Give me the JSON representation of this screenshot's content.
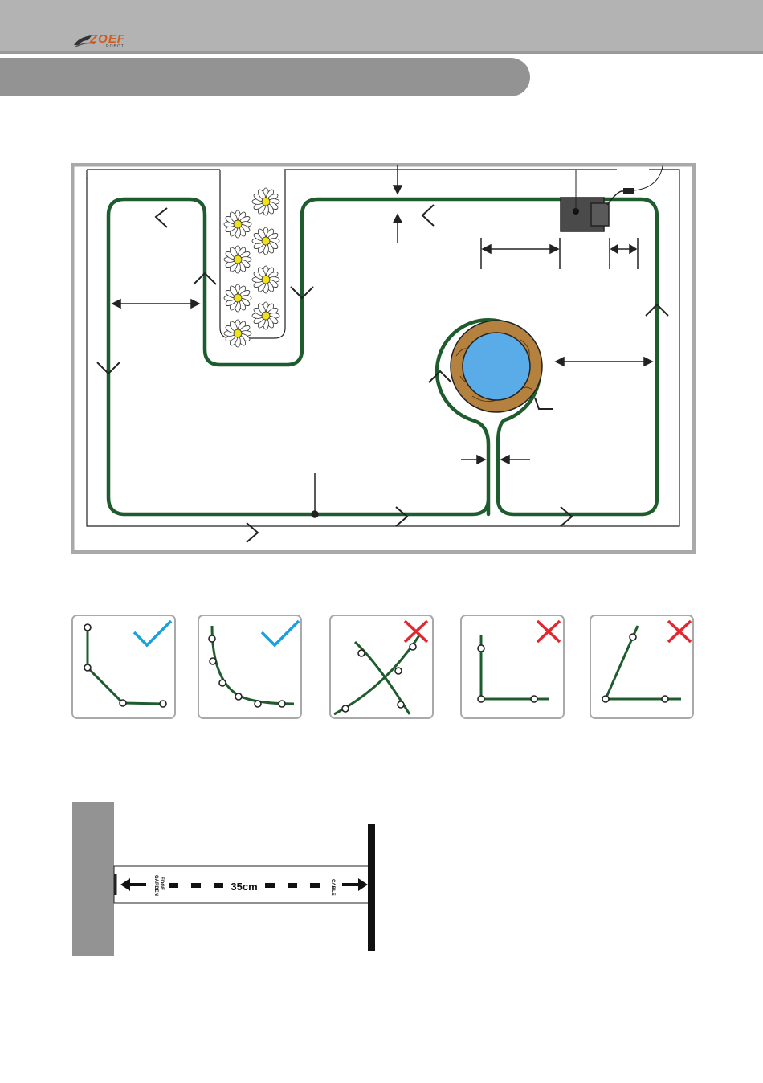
{
  "header": {
    "logo_text": "ZOEF",
    "logo_sub": "ROBOT"
  },
  "colors": {
    "wire": "#1e5c2e",
    "check": "#1aa0dc",
    "cross": "#e0282e",
    "pool": "#5aace8",
    "wood": "#b5813f",
    "header_gray": "#b3b3b3",
    "tab_gray": "#939393"
  },
  "icons": {
    "logo": "zoef-robot-logo",
    "flower": "daisy-icon",
    "station": "charging-station-icon",
    "check": "check-icon",
    "cross": "cross-icon"
  },
  "corner_examples": [
    {
      "type": "chamfer-corner",
      "valid": true
    },
    {
      "type": "rounded-corner",
      "valid": true
    },
    {
      "type": "crossed-wire",
      "valid": false
    },
    {
      "type": "right-angle",
      "valid": false
    },
    {
      "type": "acute-angle",
      "valid": false
    }
  ],
  "edge_diagram": {
    "left_label_line1": "GARDEN",
    "left_label_line2": "EDGE",
    "distance": "35cm",
    "right_label": "CABLE"
  }
}
